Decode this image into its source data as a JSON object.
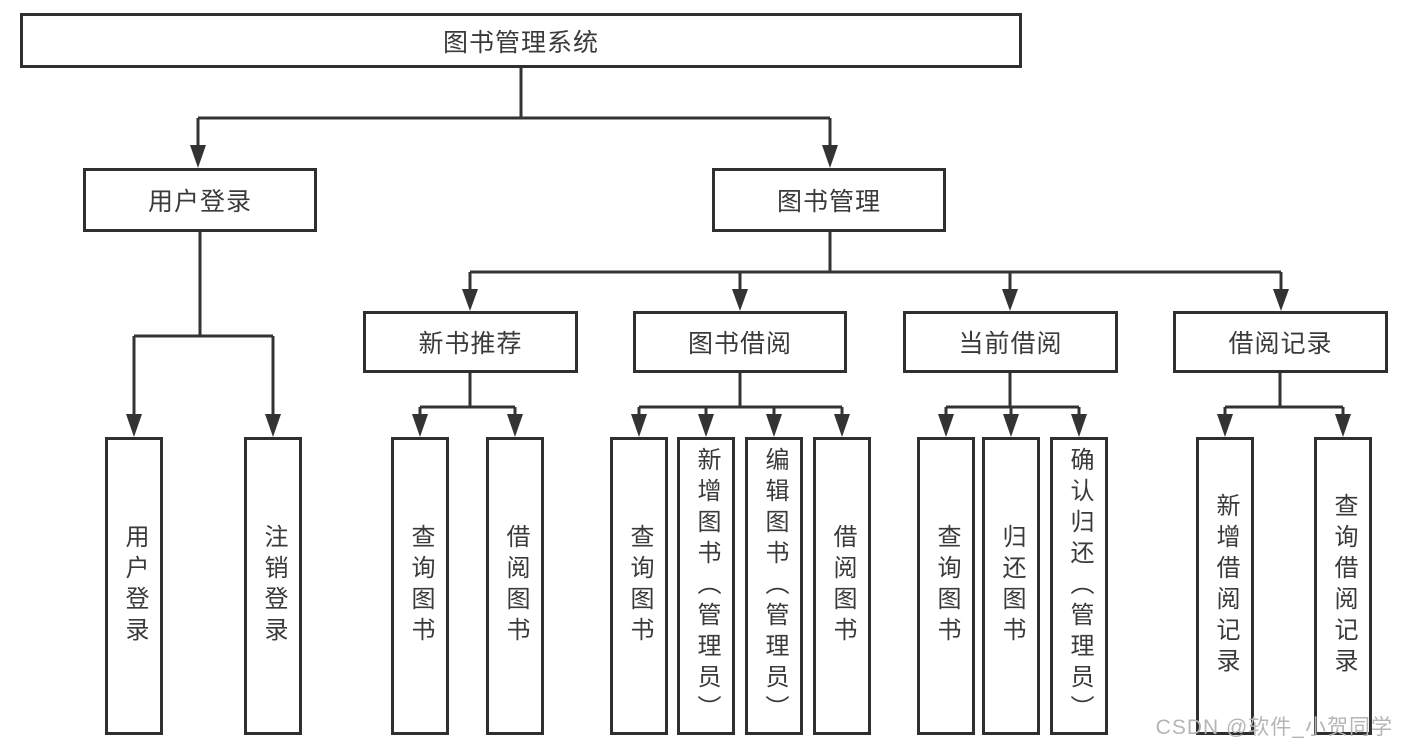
{
  "colors": {
    "line": "#333333",
    "box_border": "#2f2f2f",
    "text": "#3a3a3a",
    "background": "#ffffff",
    "watermark": "#b5b5b5"
  },
  "tree": {
    "root": {
      "label": "图书管理系统",
      "children": [
        {
          "label": "用户登录",
          "children": [
            {
              "label": "用户登录"
            },
            {
              "label": "注销登录"
            }
          ]
        },
        {
          "label": "图书管理",
          "children": [
            {
              "label": "新书推荐",
              "children": [
                {
                  "label": "查询图书"
                },
                {
                  "label": "借阅图书"
                }
              ]
            },
            {
              "label": "图书借阅",
              "children": [
                {
                  "label": "查询图书"
                },
                {
                  "label": "新增图书（管理员）"
                },
                {
                  "label": "编辑图书（管理员）"
                },
                {
                  "label": "借阅图书"
                }
              ]
            },
            {
              "label": "当前借阅",
              "children": [
                {
                  "label": "查询图书"
                },
                {
                  "label": "归还图书"
                },
                {
                  "label": "确认归还（管理员）"
                }
              ]
            },
            {
              "label": "借阅记录",
              "children": [
                {
                  "label": "新增借阅记录"
                },
                {
                  "label": "查询借阅记录"
                }
              ]
            }
          ]
        }
      ]
    }
  },
  "watermark": {
    "text": "CSDN @软件_小贺同学"
  }
}
